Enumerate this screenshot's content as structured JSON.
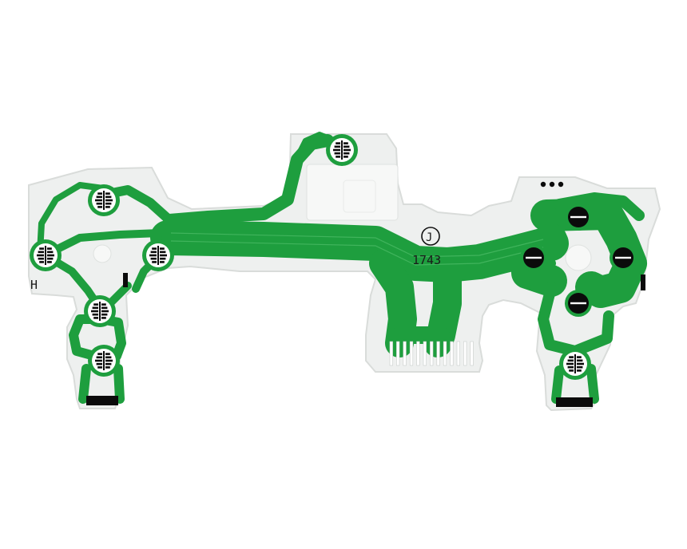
{
  "photo": {
    "subject": "ribbon-circuit-film",
    "colors": {
      "background": "#ffffff",
      "film": "#eef0ef",
      "film_edge": "#d7dad8",
      "trace": "#1e9e3e",
      "trace_dark": "#178a34",
      "pad_black": "#0b0b0b",
      "pad_ring": "#ffffff"
    },
    "markings": {
      "left_letter": "H",
      "logo_glyph": "J",
      "code": "1743"
    },
    "pin_count": 13
  }
}
